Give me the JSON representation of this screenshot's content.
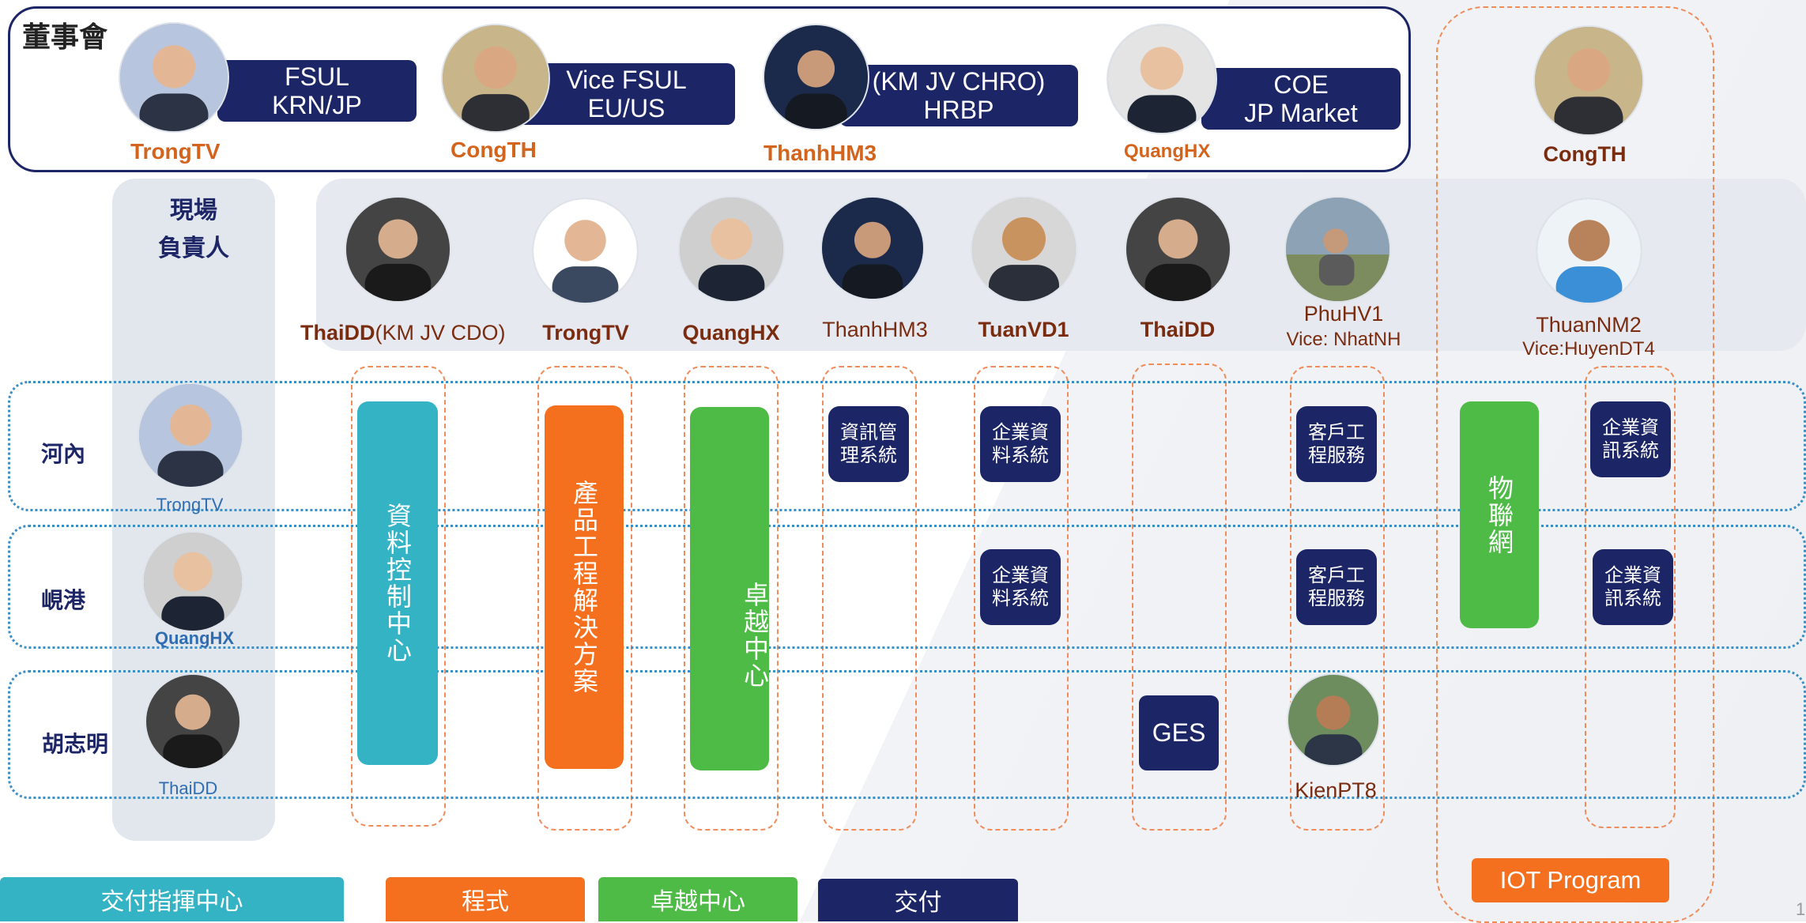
{
  "colors": {
    "navy": "#1c2565",
    "teal": "#33b3c4",
    "orange": "#f4701f",
    "green": "#4dbb45",
    "name_orange": "#d3641d",
    "name_brown": "#7a2c10",
    "name_blue": "#2f6db3",
    "dotted_row": "#3b8fc4",
    "dashed_col": "#f08c5a"
  },
  "board": {
    "title": "董事會",
    "members": [
      {
        "name": "TrongTV",
        "role_line1": "FSUL",
        "role_line2": "KRN/JP"
      },
      {
        "name": "CongTH",
        "role_line1": "Vice FSUL",
        "role_line2": "EU/US"
      },
      {
        "name": "ThanhHM3",
        "role_line1": "(KM JV CHRO)",
        "role_line2": "HRBP"
      },
      {
        "name": "QuangHX",
        "role_line1": "COE",
        "role_line2": "JP Market"
      }
    ]
  },
  "iot_head": {
    "name": "CongTH"
  },
  "site_lead_title": {
    "line1": "現場",
    "line2": "負責人"
  },
  "leaders": [
    {
      "name_bold": "ThaiDD",
      "name_suffix": "(KM JV CDO)"
    },
    {
      "name_bold": "TrongTV",
      "name_suffix": ""
    },
    {
      "name_bold": "QuangHX",
      "name_suffix": ""
    },
    {
      "name_plain": "ThanhHM3"
    },
    {
      "name_bold": "TuanVD1",
      "name_suffix": ""
    },
    {
      "name_bold": "ThaiDD",
      "name_suffix": ""
    },
    {
      "name_plain": "PhuHV1",
      "vice": "Vice: NhatNH"
    },
    {
      "name_plain": "ThuanNM2",
      "vice": "Vice:HuyenDT4"
    }
  ],
  "rows": [
    {
      "label": "河內",
      "lead": "TrongTV"
    },
    {
      "label": "峴港",
      "lead": "QuangHX"
    },
    {
      "label": "胡志明",
      "lead": "ThaiDD"
    }
  ],
  "bars": {
    "data_control": "資料控制中心",
    "product_engineering": "產品工程解決方案",
    "excellence": "卓越中心",
    "iot": "物聯網"
  },
  "boxes": {
    "mis_hanoi": "資訊管理系統",
    "erp_hanoi_tuan": "企業資料系統",
    "erp_danang_tuan": "企業資料系統",
    "cs_hanoi": "客戶工程服務",
    "cs_danang": "客戶工程服務",
    "erp_hanoi_thuan": "企業資訊系統",
    "erp_danang_thuan": "企業資訊系統",
    "ges": "GES"
  },
  "hcm_extra": {
    "name": "KienPT8"
  },
  "iot_program": "IOT Program",
  "legend": {
    "delivery_command": "交付指揮中心",
    "program": "程式",
    "excellence": "卓越中心",
    "delivery": "交付"
  },
  "page_number": "1"
}
